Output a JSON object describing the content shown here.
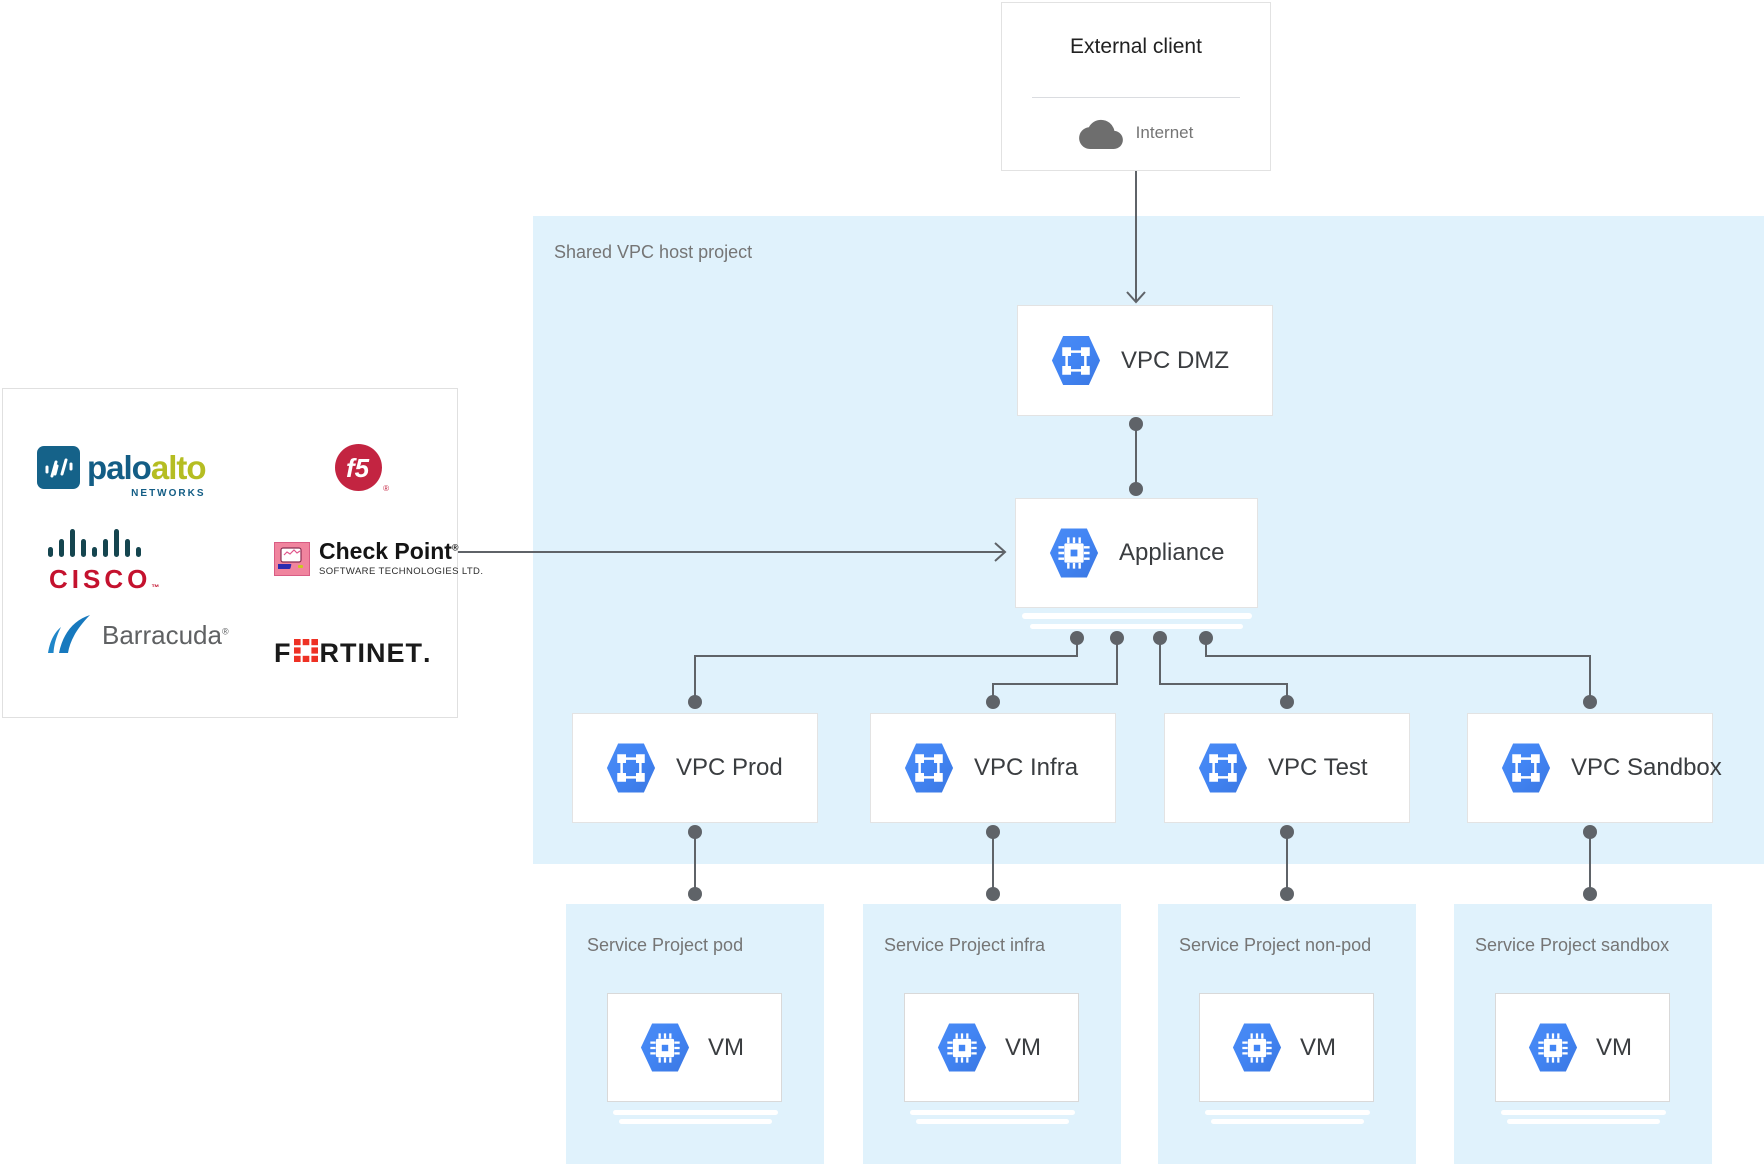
{
  "external_client": {
    "title": "External client",
    "internet_label": "Internet"
  },
  "shared_vpc": {
    "label": "Shared VPC host project",
    "dmz_label": "VPC DMZ",
    "appliance_label": "Appliance",
    "vpcs": [
      {
        "label": "VPC Prod"
      },
      {
        "label": "VPC Infra"
      },
      {
        "label": "VPC Test"
      },
      {
        "label": "VPC Sandbox"
      }
    ]
  },
  "vendors": {
    "paloalto": {
      "name": "Palo Alto Networks",
      "word1": "palo",
      "word2": "alto",
      "sub": "NETWORKS"
    },
    "f5": {
      "name": "F5",
      "text": "f5",
      "reg": "®"
    },
    "cisco": {
      "name": "Cisco",
      "text": "CISCO",
      "tm": "™"
    },
    "checkpoint": {
      "name": "Check Point",
      "title": "Check Point",
      "reg": "®",
      "sub": "SOFTWARE TECHNOLOGIES LTD."
    },
    "barracuda": {
      "name": "Barracuda",
      "text": "Barracuda",
      "reg": "®"
    },
    "fortinet": {
      "name": "Fortinet",
      "pre": "F",
      "post": "RTINET",
      "dot": "."
    }
  },
  "service_projects": [
    {
      "label": "Service Project pod",
      "vm_label": "VM"
    },
    {
      "label": "Service Project infra",
      "vm_label": "VM"
    },
    {
      "label": "Service Project non-pod",
      "vm_label": "VM"
    },
    {
      "label": "Service Project sandbox",
      "vm_label": "VM"
    }
  ],
  "icons": {
    "cloud-icon": "gray internet cloud",
    "vpc-icon": "blue hexagon with white square network ring",
    "chip-icon": "blue hexagon with white CPU chip",
    "paloalto-icon": "blue rounded square with white wave bars",
    "f5-icon": "red ball with white f5",
    "cisco-bars-icon": "dark teal sound-wave bars",
    "checkpoint-icon": "pink square with computer drawing",
    "barracuda-swoosh-icon": "two blue fins",
    "fortinet-o-icon": "red dashed square O"
  },
  "colors": {
    "panel_blue": "#e0f2fc",
    "google_blue": "#4285f4",
    "connector_gray": "#5f6368",
    "label_gray": "#757575",
    "node_text": "#3a3d40",
    "cisco_red": "#c4122e",
    "f5_red": "#c32441",
    "fortinet_red": "#ee3124",
    "paloalto_blue": "#135d85",
    "paloalto_green": "#b5bd22",
    "checkpoint_pink": "#f0849e",
    "barracuda_blue": "#1779be"
  }
}
